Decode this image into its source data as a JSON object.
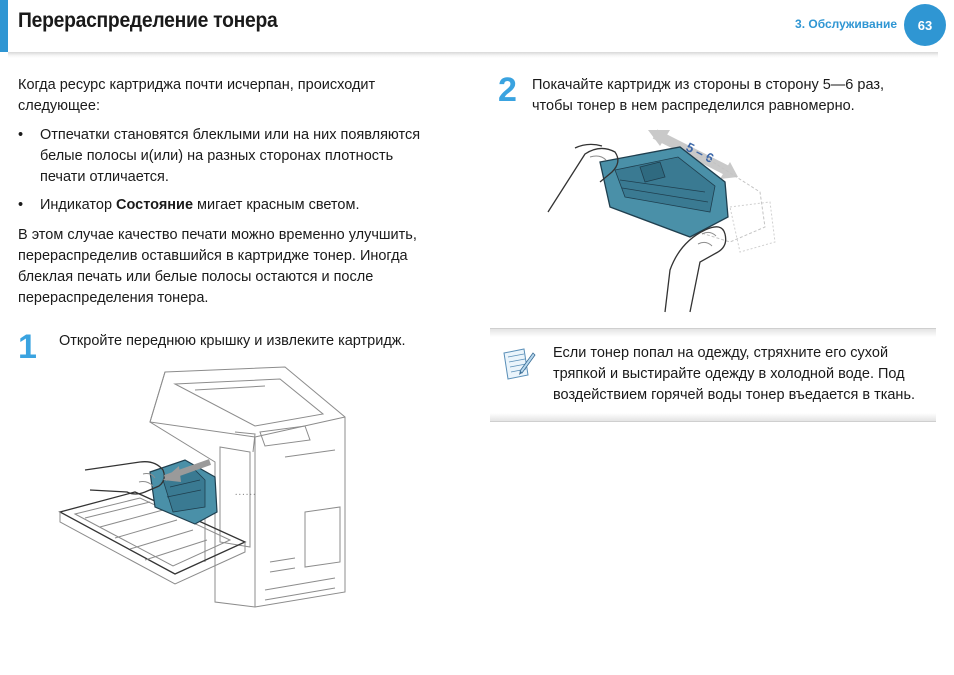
{
  "header": {
    "title": "Перераспределение тонера",
    "section": "3.  Обслуживание",
    "page_number": "63"
  },
  "intro": {
    "line1": "Когда ресурс картриджа почти исчерпан, происходит",
    "line2": "следующее:"
  },
  "bullets": [
    {
      "lines": [
        "Отпечатки становятся блеклыми или на них появляются",
        "белые полосы и(или) на разных сторонах плотность",
        "печати отличается."
      ]
    },
    {
      "prefix": "Индикатор ",
      "bold": "Состояние",
      "suffix": " мигает красным светом."
    }
  ],
  "paragraph": {
    "lines": [
      "В этом случае качество печати можно временно улучшить,",
      "перераспределив оставшийся в картридже тонер. Иногда",
      "блеклая печать или белые полосы остаются и после",
      "перераспределения тонера."
    ]
  },
  "steps": [
    {
      "number": "1",
      "lines": [
        "Откройте переднюю крышку и извлеките картридж."
      ]
    },
    {
      "number": "2",
      "lines": [
        "Покачайте картридж из стороны в сторону 5—6 раз,",
        "чтобы тонер в нем распределился равномерно."
      ]
    }
  ],
  "figure2": {
    "label": "5 – 6"
  },
  "note": {
    "lines": [
      "Если тонер попал на одежду, стряхните его сухой",
      "тряпкой и выстирайте одежду в холодной воде. Под",
      "воздействием горячей воды тонер въедается в ткань."
    ]
  },
  "colors": {
    "accent": "#2f96d3",
    "step": "#3aa3e0",
    "cartridge": "#4a90a8"
  }
}
